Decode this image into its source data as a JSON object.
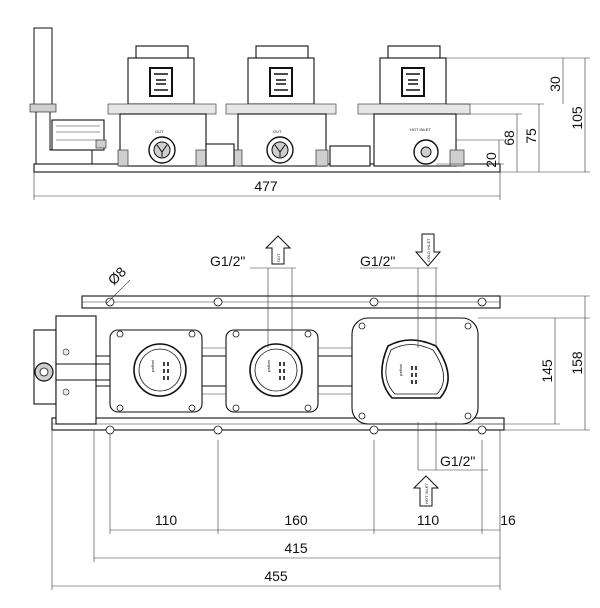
{
  "front_view": {
    "dimensions": {
      "overall_width": "477",
      "height_total": "105",
      "height_75": "75",
      "height_68": "68",
      "height_30": "30",
      "height_20": "20"
    },
    "labels": {
      "out_1": "OUT",
      "out_2": "OUT",
      "hot_inlet": "HOT INLET"
    }
  },
  "plan_view": {
    "dimensions": {
      "hole_diameter": "Ø8",
      "spacing_1": "110",
      "spacing_2": "160",
      "spacing_3": "110",
      "offset_end": "16",
      "span_415": "415",
      "overall_455": "455",
      "height_145": "145",
      "height_158": "158"
    },
    "connections": {
      "outlet_thread": "G1/2\"",
      "cold_inlet_thread": "G1/2\"",
      "hot_inlet_thread": "G1/2\""
    },
    "arrow_labels": {
      "out": "OUT",
      "cold_inlet": "COLD INLET",
      "hot_inlet": "HOT INLET"
    },
    "brand": "paffoni"
  },
  "icons": [
    "arrow-up-icon",
    "arrow-down-icon",
    "valve-port-icon"
  ]
}
